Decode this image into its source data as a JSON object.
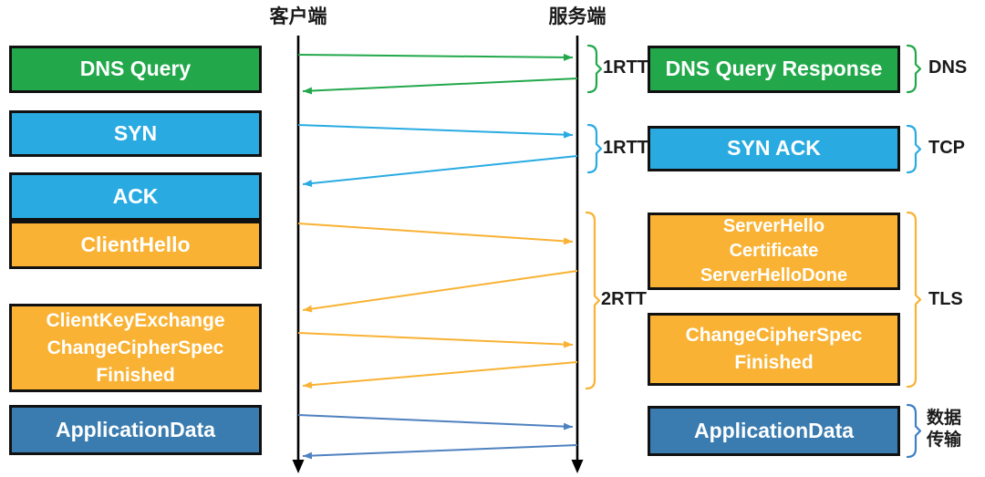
{
  "diagram": {
    "title_client": "客户端",
    "title_server": "服务端"
  },
  "colors": {
    "dns": "#22A84B",
    "tcp": "#29ABE2",
    "tls": "#F9B233",
    "app": "#3A7CAF",
    "app-arrow": "#4F81C0",
    "app-bracket": "#3E80C4",
    "label": "#1a1a1a",
    "lifeline": "#000000"
  },
  "left_boxes": [
    {
      "id": "dns-query",
      "protocol": "DNS",
      "lines": [
        "DNS Query"
      ]
    },
    {
      "id": "syn",
      "protocol": "TCP",
      "lines": [
        "SYN"
      ]
    },
    {
      "id": "ack",
      "protocol": "TCP",
      "lines": [
        "ACK"
      ]
    },
    {
      "id": "client-hello",
      "protocol": "TLS",
      "lines": [
        "ClientHello"
      ]
    },
    {
      "id": "client-key-exchange",
      "protocol": "TLS",
      "lines": [
        "ClientKeyExchange",
        "ChangeCipherSpec",
        "Finished"
      ]
    },
    {
      "id": "application-data",
      "protocol": "数据传输",
      "lines": [
        "ApplicationData"
      ]
    }
  ],
  "right_boxes": [
    {
      "id": "dns-query-response",
      "protocol": "DNS",
      "lines": [
        "DNS Query Response"
      ]
    },
    {
      "id": "syn-ack",
      "protocol": "TCP",
      "lines": [
        "SYN ACK"
      ]
    },
    {
      "id": "server-hello",
      "protocol": "TLS",
      "lines": [
        "ServerHello",
        "Certificate",
        "ServerHelloDone"
      ]
    },
    {
      "id": "change-cipher-spec",
      "protocol": "TLS",
      "lines": [
        "ChangeCipherSpec",
        "Finished"
      ]
    },
    {
      "id": "application-data",
      "protocol": "数据传输",
      "lines": [
        "ApplicationData"
      ]
    }
  ],
  "rtt_labels": [
    {
      "label": "1RTT",
      "protocol": "DNS"
    },
    {
      "label": "1RTT",
      "protocol": "TCP"
    },
    {
      "label": "2RTT",
      "protocol": "TLS"
    }
  ],
  "group_labels": [
    {
      "id": "dns",
      "lines": [
        "DNS"
      ]
    },
    {
      "id": "tcp",
      "lines": [
        "TCP"
      ]
    },
    {
      "id": "tls",
      "lines": [
        "TLS"
      ]
    },
    {
      "id": "data",
      "lines": [
        "数据",
        "传输"
      ]
    }
  ],
  "arrows": [
    {
      "from": "client",
      "to": "server",
      "message": "DNS Query",
      "protocol": "DNS"
    },
    {
      "from": "server",
      "to": "client",
      "message": "DNS Query Response",
      "protocol": "DNS"
    },
    {
      "from": "client",
      "to": "server",
      "message": "SYN",
      "protocol": "TCP"
    },
    {
      "from": "server",
      "to": "client",
      "message": "SYN ACK",
      "protocol": "TCP"
    },
    {
      "from": "client",
      "to": "server",
      "message": "ClientHello",
      "protocol": "TLS"
    },
    {
      "from": "server",
      "to": "client",
      "message": "ServerHello Certificate ServerHelloDone",
      "protocol": "TLS"
    },
    {
      "from": "client",
      "to": "server",
      "message": "ClientKeyExchange ChangeCipherSpec Finished",
      "protocol": "TLS"
    },
    {
      "from": "server",
      "to": "client",
      "message": "ChangeCipherSpec Finished",
      "protocol": "TLS"
    },
    {
      "from": "client",
      "to": "server",
      "message": "ApplicationData",
      "protocol": "数据传输"
    },
    {
      "from": "server",
      "to": "client",
      "message": "ApplicationData",
      "protocol": "数据传输"
    }
  ]
}
